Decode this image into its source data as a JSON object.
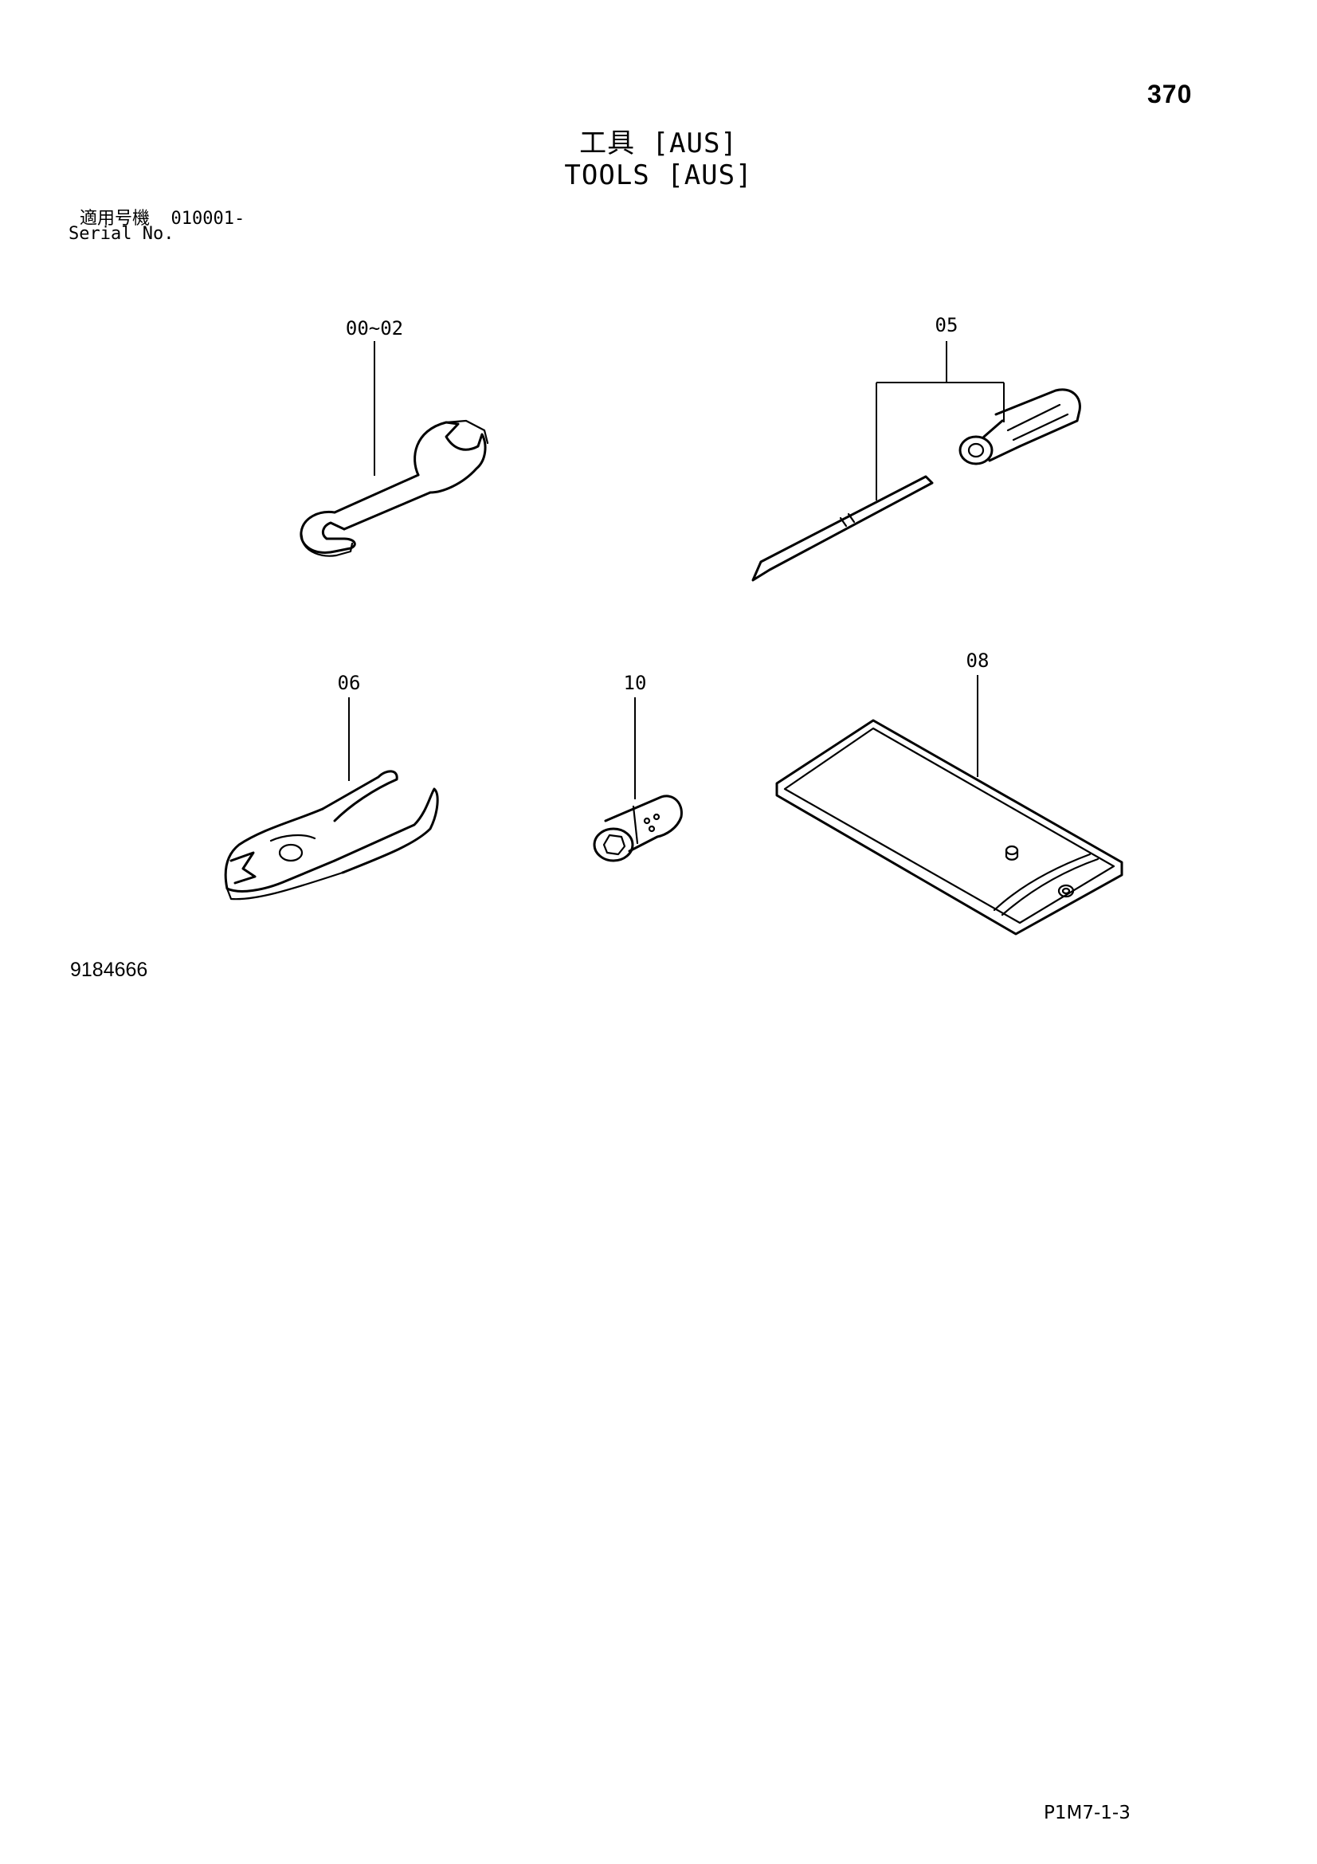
{
  "header": {
    "page_number": "370",
    "title_jp": "工具 [AUS]",
    "title_en": "TOOLS [AUS]",
    "serial_label_jp": "適用号機",
    "serial_value": "010001-",
    "serial_label_en": "Serial No."
  },
  "callouts": {
    "wrench": "00~02",
    "screwdriver": "05",
    "pliers": "06",
    "socket": "10",
    "tool_bag": "08"
  },
  "illustration_id": "9184666",
  "footer": {
    "code": "P1M7-1-3"
  }
}
